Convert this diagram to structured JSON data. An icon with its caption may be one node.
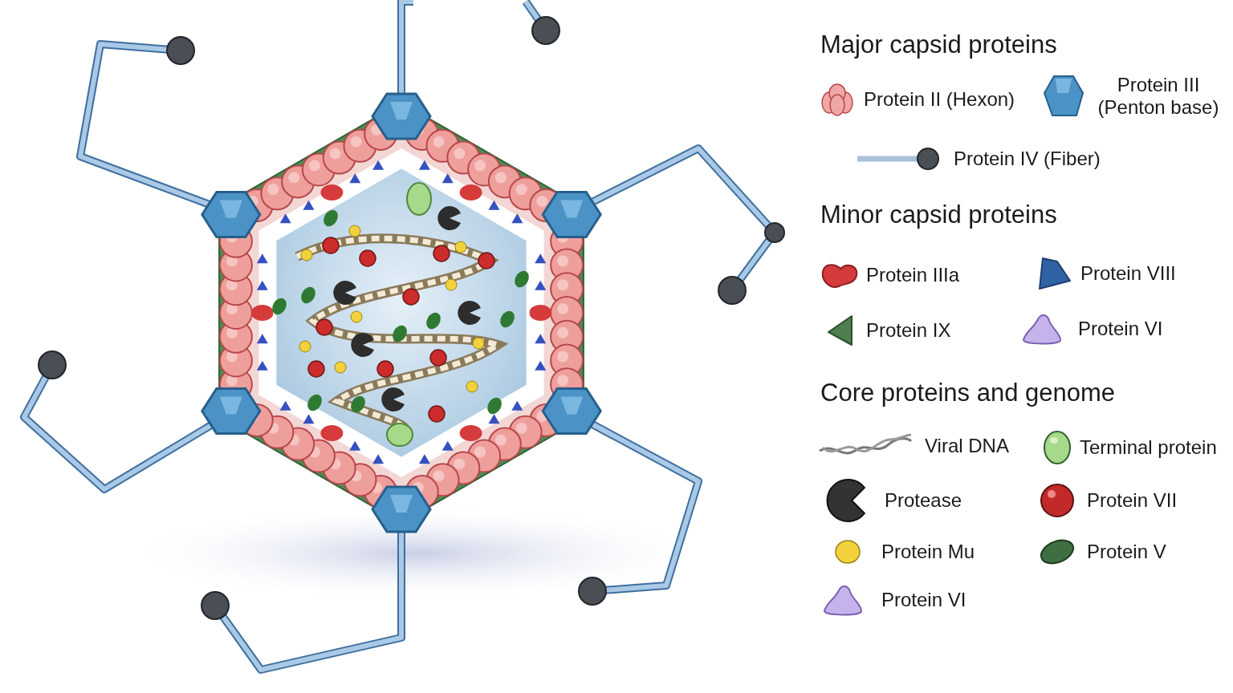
{
  "diagram": {
    "labels": [
      "Major capsid proteins",
      "Minor capsid proteins",
      "Core proteins and genome"
    ],
    "legend": [
      {
        "text": "Protein II (Hexon)"
      },
      {
        "text": "Protein III (Penton base)"
      },
      {
        "text": "Protein IV (Fiber)"
      },
      {
        "text": "Protein IIIa"
      },
      {
        "text": "Protein VIII"
      },
      {
        "text": "Protein IX"
      },
      {
        "text": "Protein VI"
      },
      {
        "text": "Viral DNA"
      },
      {
        "text": "Terminal protein"
      },
      {
        "text": "Protease"
      },
      {
        "text": "Protein VII"
      },
      {
        "text": "Protein Mu"
      },
      {
        "text": "Protein V"
      },
      {
        "text": "Protein VI"
      }
    ]
  }
}
